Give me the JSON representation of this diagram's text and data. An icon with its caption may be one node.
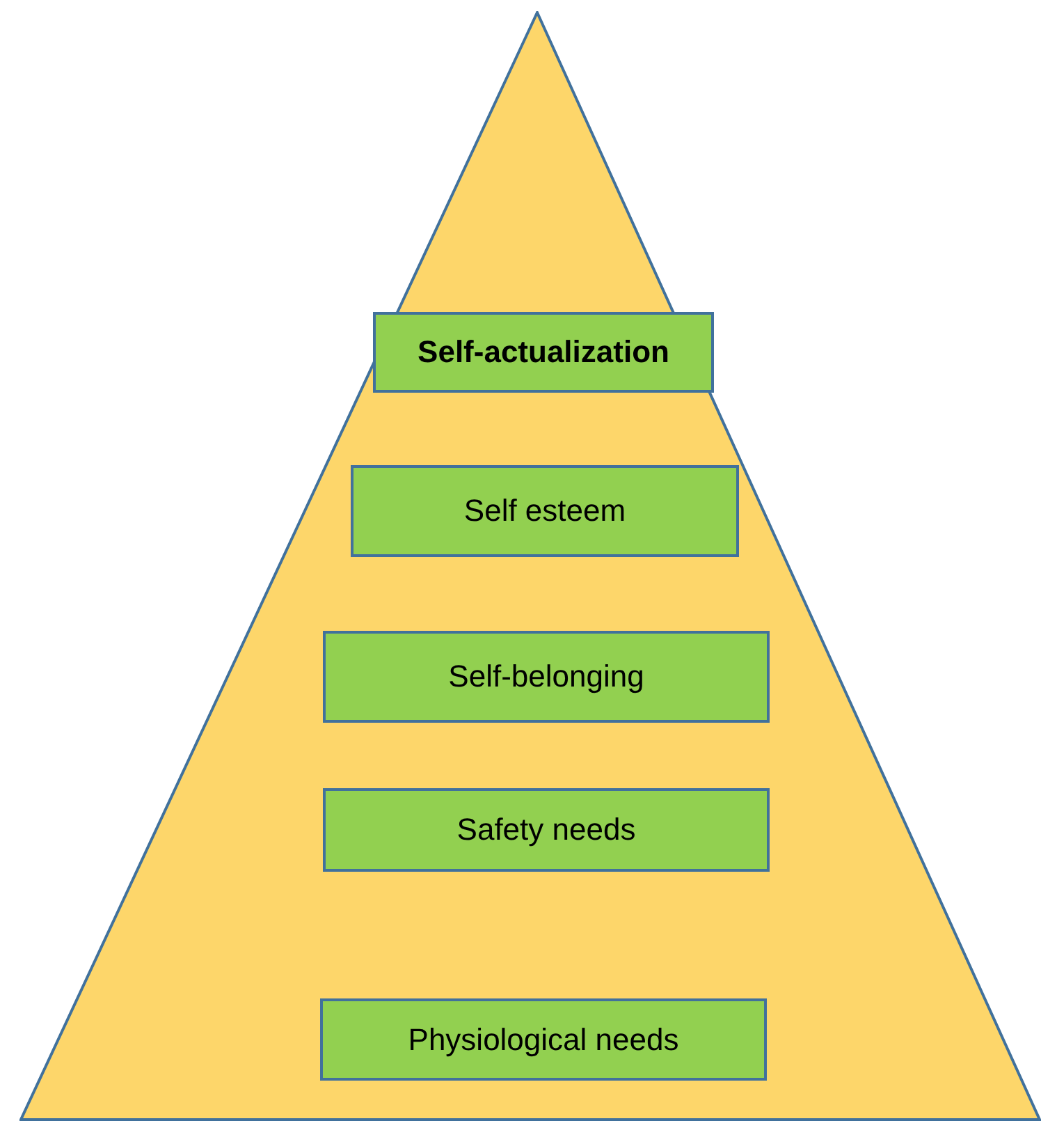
{
  "diagram": {
    "nodes": [
      {
        "text": [],
        "shape": "triangle"
      },
      {
        "text": [
          "Self-actualization"
        ],
        "in": 0
      },
      {
        "text": [
          "Self esteem"
        ],
        "in": 0
      },
      {
        "text": [
          "Self-belonging"
        ],
        "in": 0
      },
      {
        "text": [
          "Safety needs"
        ],
        "in": 0
      },
      {
        "text": [
          "Physiological needs"
        ],
        "in": 0
      }
    ],
    "edges": []
  }
}
